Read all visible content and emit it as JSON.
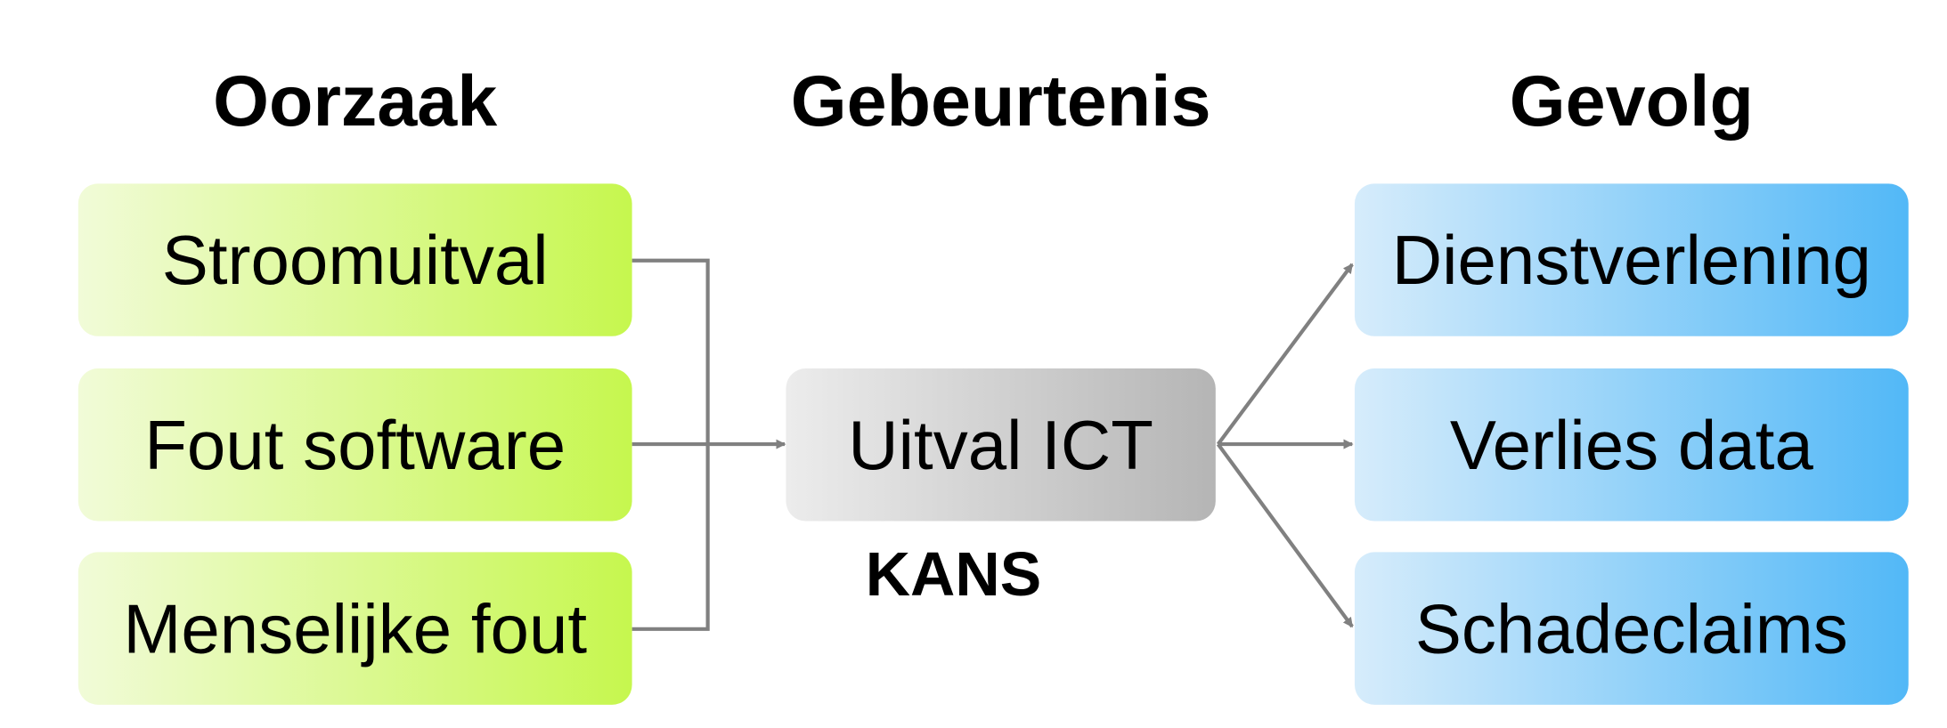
{
  "headings": {
    "cause": "Oorzaak",
    "event": "Gebeurtenis",
    "effect": "Gevolg"
  },
  "causes": [
    "Stroomuitval",
    "Fout software",
    "Menselijke fout"
  ],
  "event": {
    "label": "Uitval ICT",
    "probability_label": "KANS"
  },
  "effects": [
    "Dienstverlening",
    "Verlies data",
    "Schadeclaims"
  ],
  "colors": {
    "cause_start": "#f1fbd8",
    "cause_end": "#c6f74e",
    "event_start": "#ececec",
    "event_end": "#b5b5b5",
    "effect_start": "#d6ecfb",
    "effect_end": "#52b8f7",
    "connector": "#808080"
  }
}
